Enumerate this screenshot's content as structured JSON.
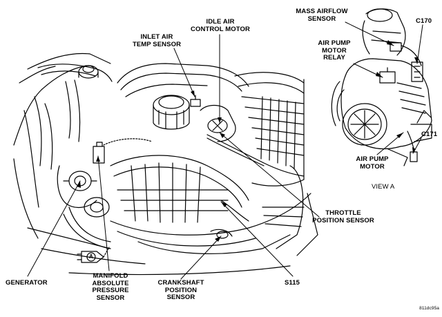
{
  "labels": {
    "mass_airflow_sensor": "MASS AIRFLOW\nSENSOR",
    "c170": "C170",
    "air_pump_motor_relay": "AIR PUMP\nMOTOR\nRELAY",
    "idle_air_control_motor": "IDLE AIR\nCONTROL MOTOR",
    "inlet_air_temp_sensor": "INLET AIR\nTEMP SENSOR",
    "c171": "C171",
    "air_pump_motor": "AIR PUMP\nMOTOR",
    "view_a": "VIEW A",
    "throttle_position_sensor": "THROTTLE\nPOSITION SENSOR",
    "generator": "GENERATOR",
    "manifold_absolute_pressure_sensor": "MANIFOLD\nABSOLUTE\nPRESSURE\nSENSOR",
    "crankshaft_position_sensor": "CRANKSHAFT\nPOSITION\nSENSOR",
    "s115": "S115",
    "view_marker": "A",
    "figure_id": "811dc95a"
  }
}
